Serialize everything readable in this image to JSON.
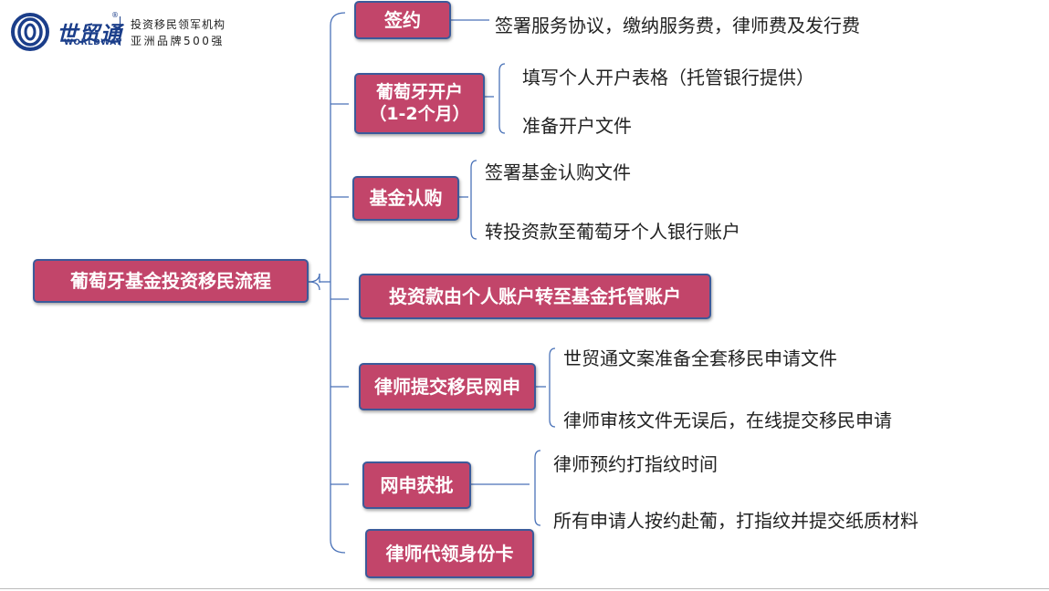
{
  "logo": {
    "brand_cn": "世贸通",
    "brand_en": "WORLDWAY",
    "tagline_line1": "投资移民领军机构",
    "tagline_line2": "亚洲品牌500强"
  },
  "root": {
    "label": "葡萄牙基金投资移民流程"
  },
  "steps": [
    {
      "label": "签约",
      "items": [
        "签署服务协议，缴纳服务费，律师费及发行费"
      ]
    },
    {
      "label": "葡萄牙开户\n（1-2个月）",
      "items": [
        "填写个人开户表格（托管银行提供）",
        "准备开户文件"
      ]
    },
    {
      "label": "基金认购",
      "items": [
        "签署基金认购文件",
        "转投资款至葡萄牙个人银行账户"
      ]
    },
    {
      "label": "投资款由个人账户转至基金托管账户",
      "items": []
    },
    {
      "label": "律师提交移民网申",
      "items": [
        "世贸通文案准备全套移民申请文件",
        "律师审核文件无误后，在线提交移民申请"
      ]
    },
    {
      "label": "网申获批",
      "items": [
        "律师预约打指纹时间",
        "所有申请人按约赴葡，打指纹并提交纸质材料"
      ]
    },
    {
      "label": "律师代领身份卡",
      "items": []
    }
  ],
  "colors": {
    "box_fill": "#c2456a",
    "box_border": "#3b5a9a",
    "connector": "#4a72b8"
  }
}
